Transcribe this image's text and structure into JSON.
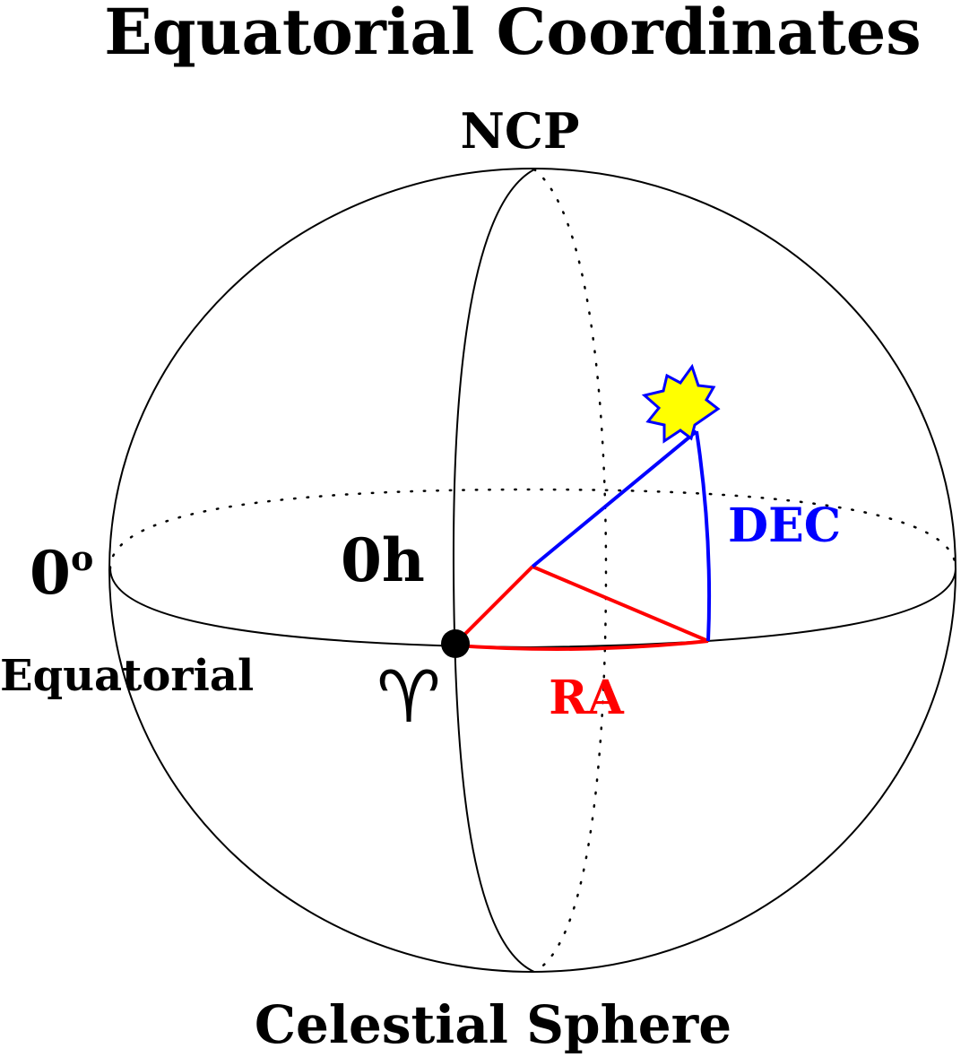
{
  "title": "Equatorial Coordinates",
  "caption": "Celestial Sphere",
  "labels": {
    "ncp": "NCP",
    "zero_deg": "0",
    "zero_deg_sup": "o",
    "equatorial": "Equatorial",
    "zero_h": "0h",
    "vernal_equinox_symbol": "♈",
    "ra": "RA",
    "dec": "DEC"
  },
  "colors": {
    "outline": "#000000",
    "ra": "#ff0000",
    "dec": "#0000ff",
    "star_fill": "#ffff00",
    "star_stroke": "#0000ff"
  },
  "icons": {
    "star": "star-icon",
    "vernal_point": "filled-circle-dot"
  }
}
